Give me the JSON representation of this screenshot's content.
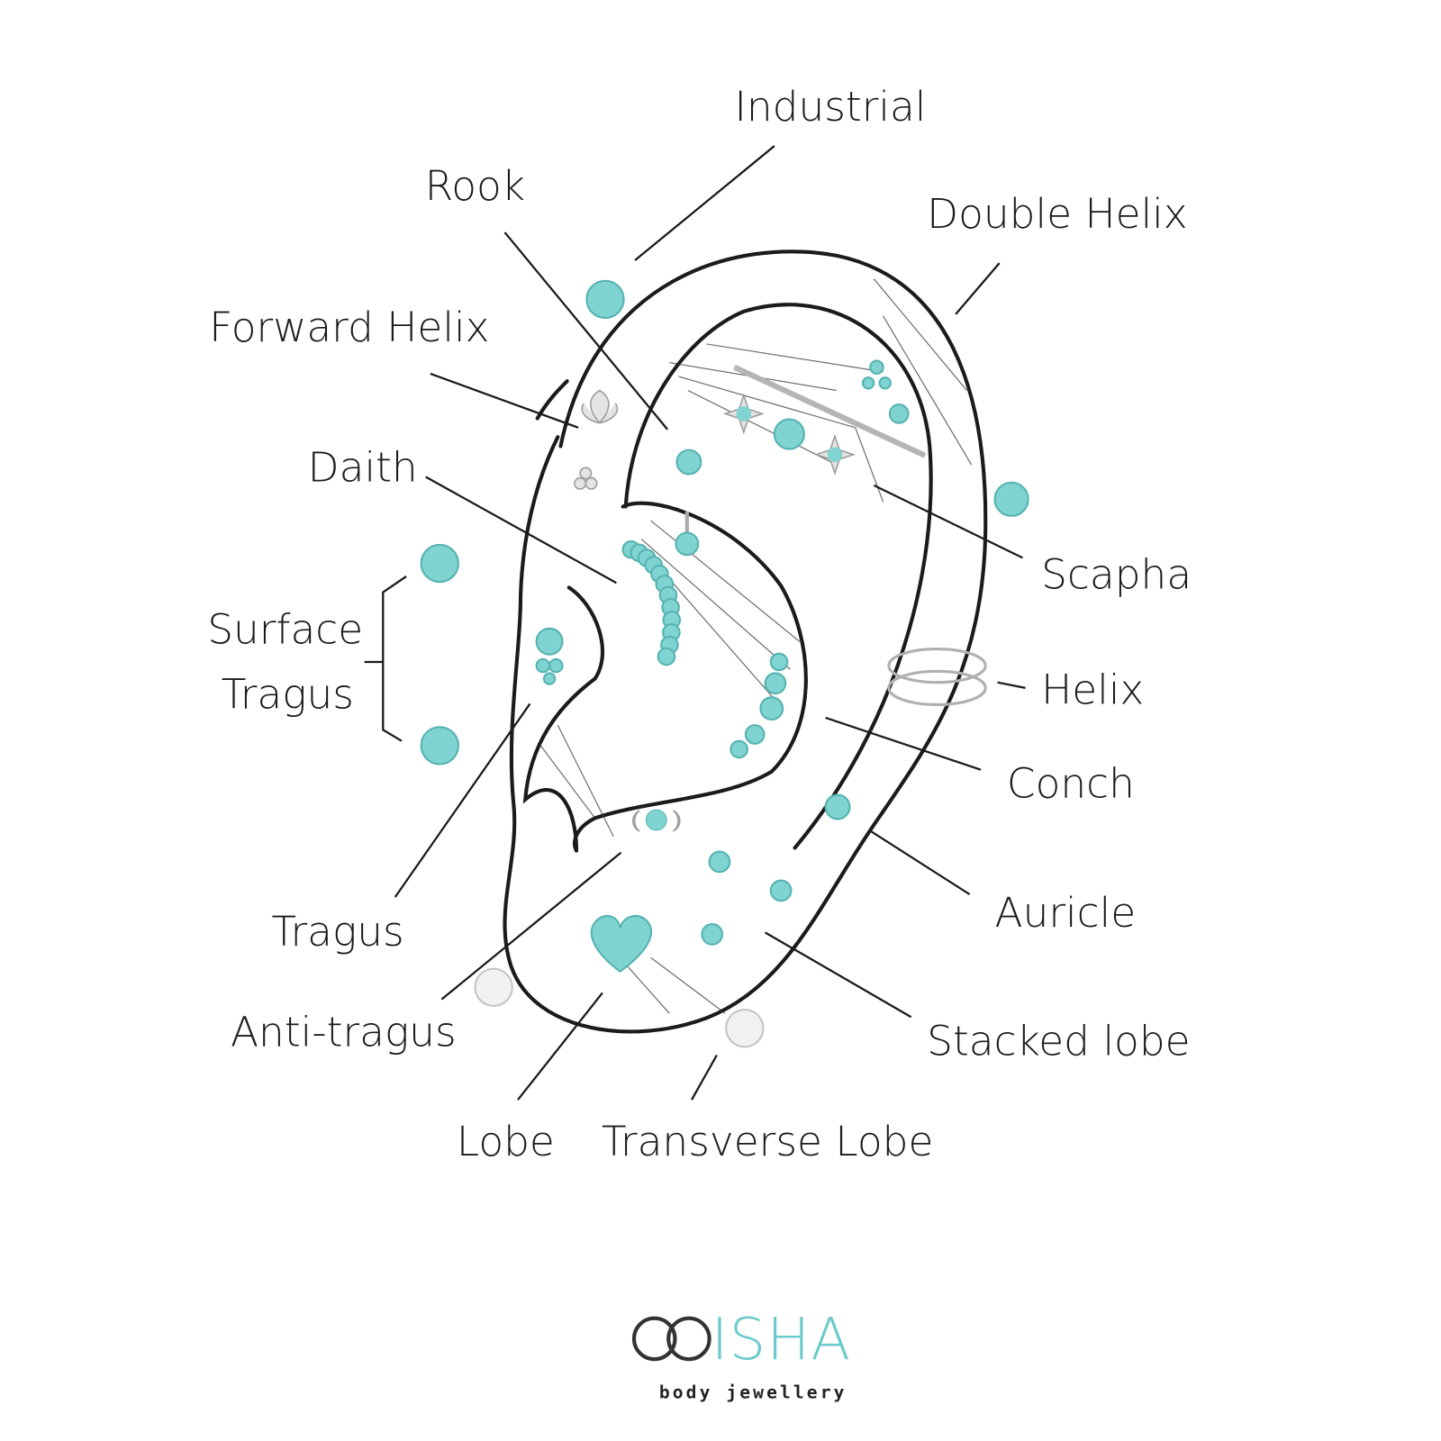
{
  "labels": {
    "industrial": "Industrial",
    "rook": "Rook",
    "double_helix": "Double Helix",
    "forward_helix": "Forward Helix",
    "daith": "Daith",
    "surface": "Surface",
    "surface_tragus": "Tragus",
    "scapha": "Scapha",
    "helix": "Helix",
    "conch": "Conch",
    "tragus": "Tragus",
    "auricle": "Auricle",
    "anti_tragus": "Anti-tragus",
    "stacked_lobe": "Stacked lobe",
    "lobe": "Lobe",
    "transverse_lobe": "Transverse Lobe"
  },
  "logo": {
    "name": "ISHA",
    "tagline": "body jewellery"
  },
  "colors": {
    "gem": "#7fd3d0",
    "gem_stroke": "#56b3b1",
    "brand": "#6ccacb",
    "ink": "#1a1a1a"
  }
}
